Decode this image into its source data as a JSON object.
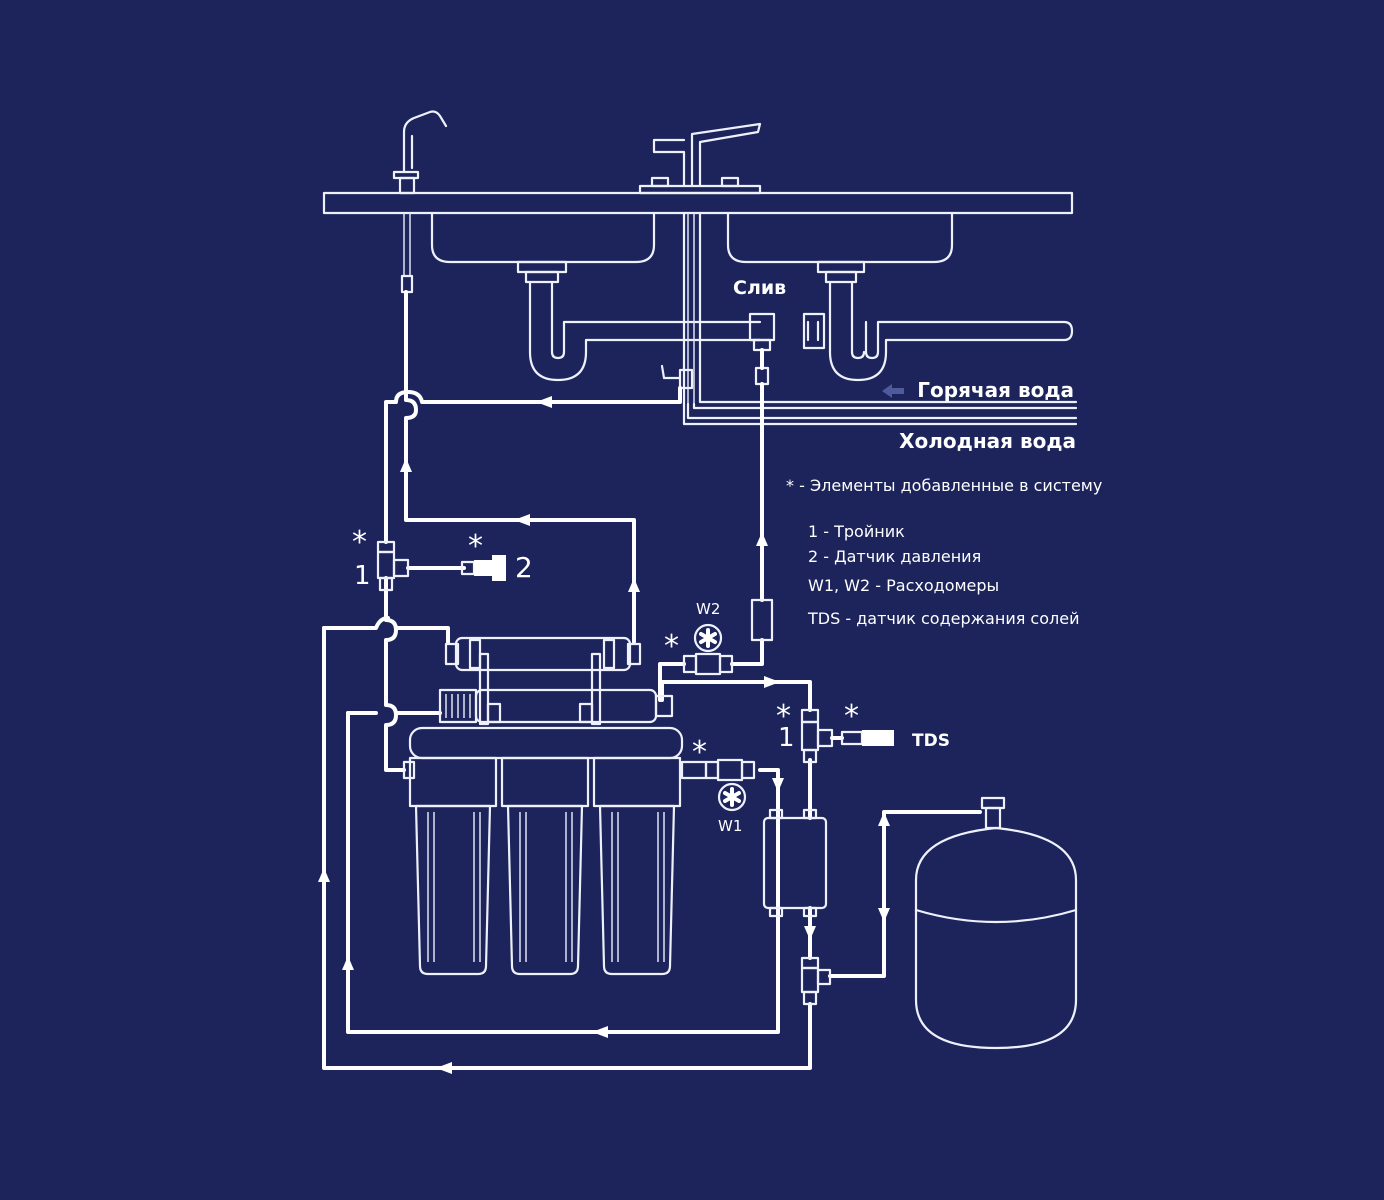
{
  "colors": {
    "background": "#1c245b",
    "line": "#ffffff",
    "hot_arrow": "#4e5a9c"
  },
  "labels": {
    "drain": "Слив",
    "hot_water": "Горячая вода",
    "cold_water": "Холодная вода",
    "tds": "TDS",
    "w1": "W1",
    "w2": "W2",
    "tee_1_left": "1",
    "sensor_2": "2",
    "tee_1_right": "1",
    "star": "*"
  },
  "legend": {
    "added_note": "* - Элементы добавленные в систему",
    "items": [
      "1 - Тройник",
      "2 - Датчик давления",
      "W1, W2 - Расходомеры",
      "TDS - датчик содержания солей"
    ]
  }
}
